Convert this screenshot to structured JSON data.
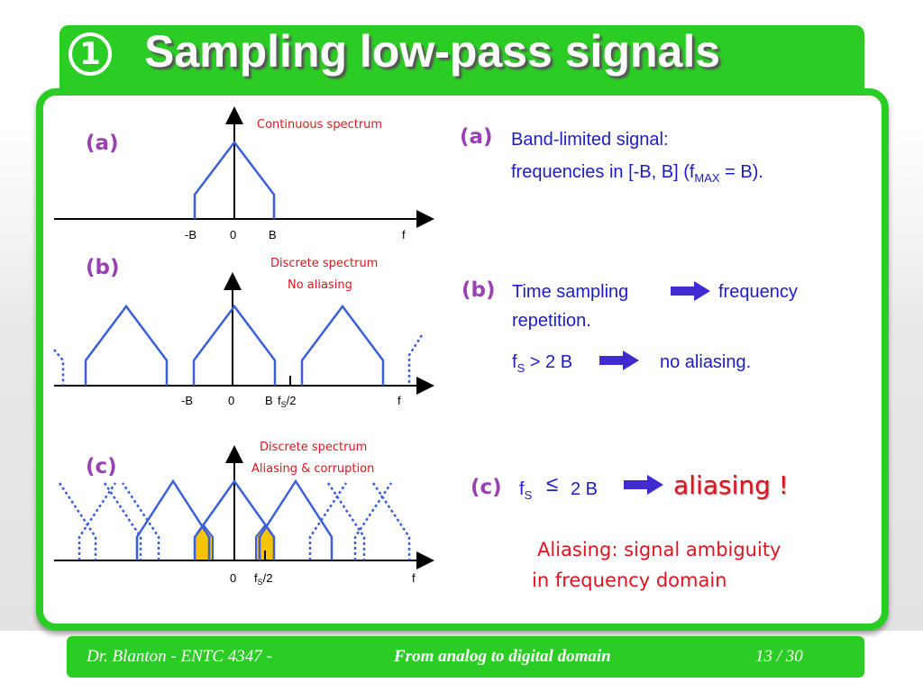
{
  "title": {
    "number": "1",
    "text": "Sampling low-pass signals"
  },
  "diagram": {
    "a": {
      "label": "(a)",
      "caption": "Continuous spectrum",
      "ticks": {
        "neg_b": "-B",
        "zero": "0",
        "b": "B",
        "f": "f"
      }
    },
    "b": {
      "label": "(b)",
      "caption1": "Discrete spectrum",
      "caption2": "No aliasing",
      "ticks": {
        "neg_b": "-B",
        "zero": "0",
        "b": "B",
        "fs_half": "f",
        "fs_half_sub": "S",
        "fs_half_tail": "/2",
        "f": "f"
      }
    },
    "c": {
      "label": "(c)",
      "caption1": "Discrete spectrum",
      "caption2": "Aliasing & corruption",
      "ticks": {
        "zero": "0",
        "fs_half": "f",
        "fs_half_sub": "S",
        "fs_half_tail": "/2",
        "f": "f"
      }
    },
    "colors": {
      "spectrum": "#3a5fd8",
      "alias_fill": "#f6c400",
      "caption": "#e0141e"
    }
  },
  "text": {
    "a": {
      "label": "(a)",
      "line1": "Band-limited signal:",
      "line2_pre": "frequencies in [-B, B] (f",
      "line2_sub": "MAX",
      "line2_post": " = B)."
    },
    "b": {
      "label": "(b)",
      "line1_pre": "Time sampling",
      "line1_post": "frequency",
      "line2": "repetition.",
      "line3_pre": "f",
      "line3_sub": "S",
      "line3_mid": " > 2 B",
      "line3_post": "no aliasing."
    },
    "c": {
      "label": "(c)",
      "pre": "f",
      "sub": "S",
      "rel": "≤",
      "post": "2 B",
      "result": "aliasing !",
      "note1": "Aliasing: signal ambiguity",
      "note2": "in frequency domain"
    }
  },
  "footer": {
    "author": "Dr. Blanton  -  ENTC 4347  -",
    "title": "From analog to digital domain",
    "page": "13 / 30"
  }
}
